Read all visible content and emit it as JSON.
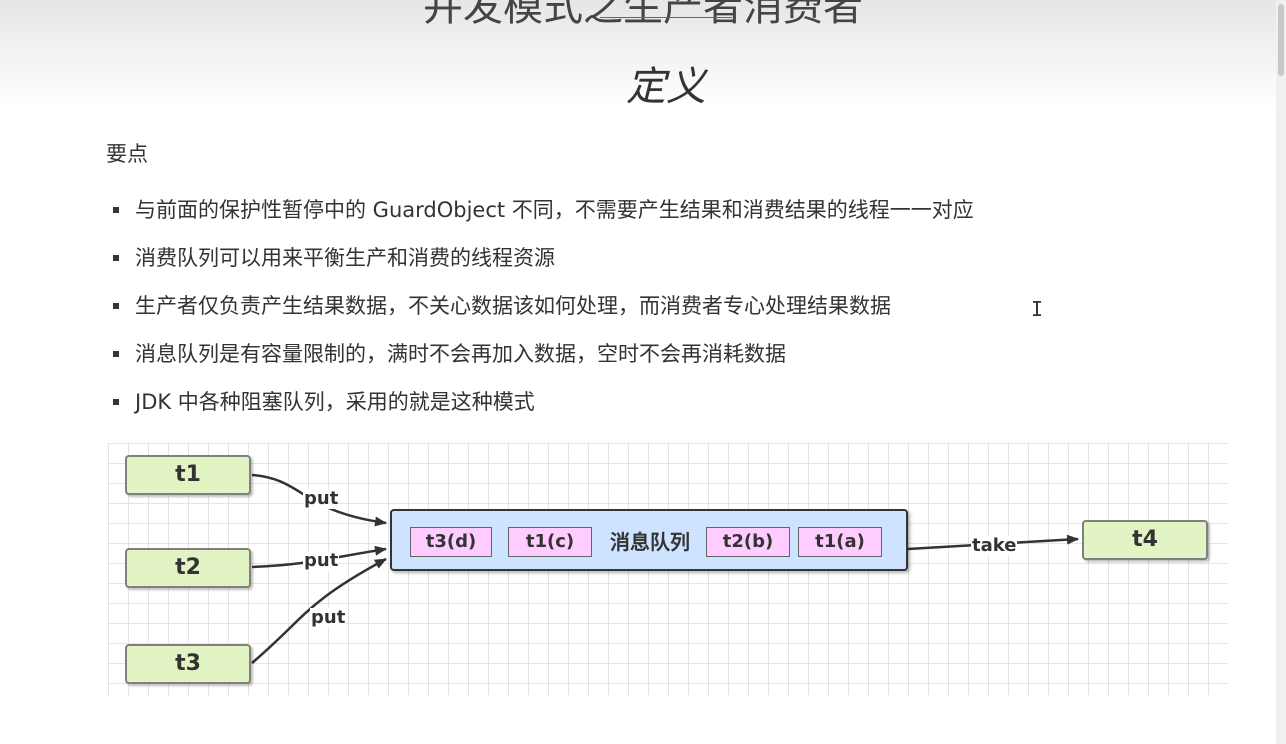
{
  "slide": {
    "title_cut": "并发模式之生产者消费者",
    "section_title": "定义",
    "key_points_heading": "要点",
    "points": [
      "与前面的保护性暂停中的 GuardObject 不同，不需要产生结果和消费结果的线程一一对应",
      "消费队列可以用来平衡生产和消费的线程资源",
      "生产者仅负责产生结果数据，不关心数据该如何处理，而消费者专心处理结果数据",
      "消息队列是有容量限制的，满时不会再加入数据，空时不会再消耗数据",
      "JDK 中各种阻塞队列，采用的就是这种模式"
    ]
  },
  "diagram": {
    "producers": [
      "t1",
      "t2",
      "t3"
    ],
    "consumer": "t4",
    "queue_label": "消息队列",
    "queue_items": [
      "t3(d)",
      "t1(c)",
      "t2(b)",
      "t1(a)"
    ],
    "put_label": "put",
    "take_label": "take",
    "colors": {
      "thread_fill": "#e2f4c4",
      "queue_fill": "#cde3ff",
      "item_fill": "#ffccff"
    }
  },
  "icons": {
    "text_cursor": "I"
  }
}
